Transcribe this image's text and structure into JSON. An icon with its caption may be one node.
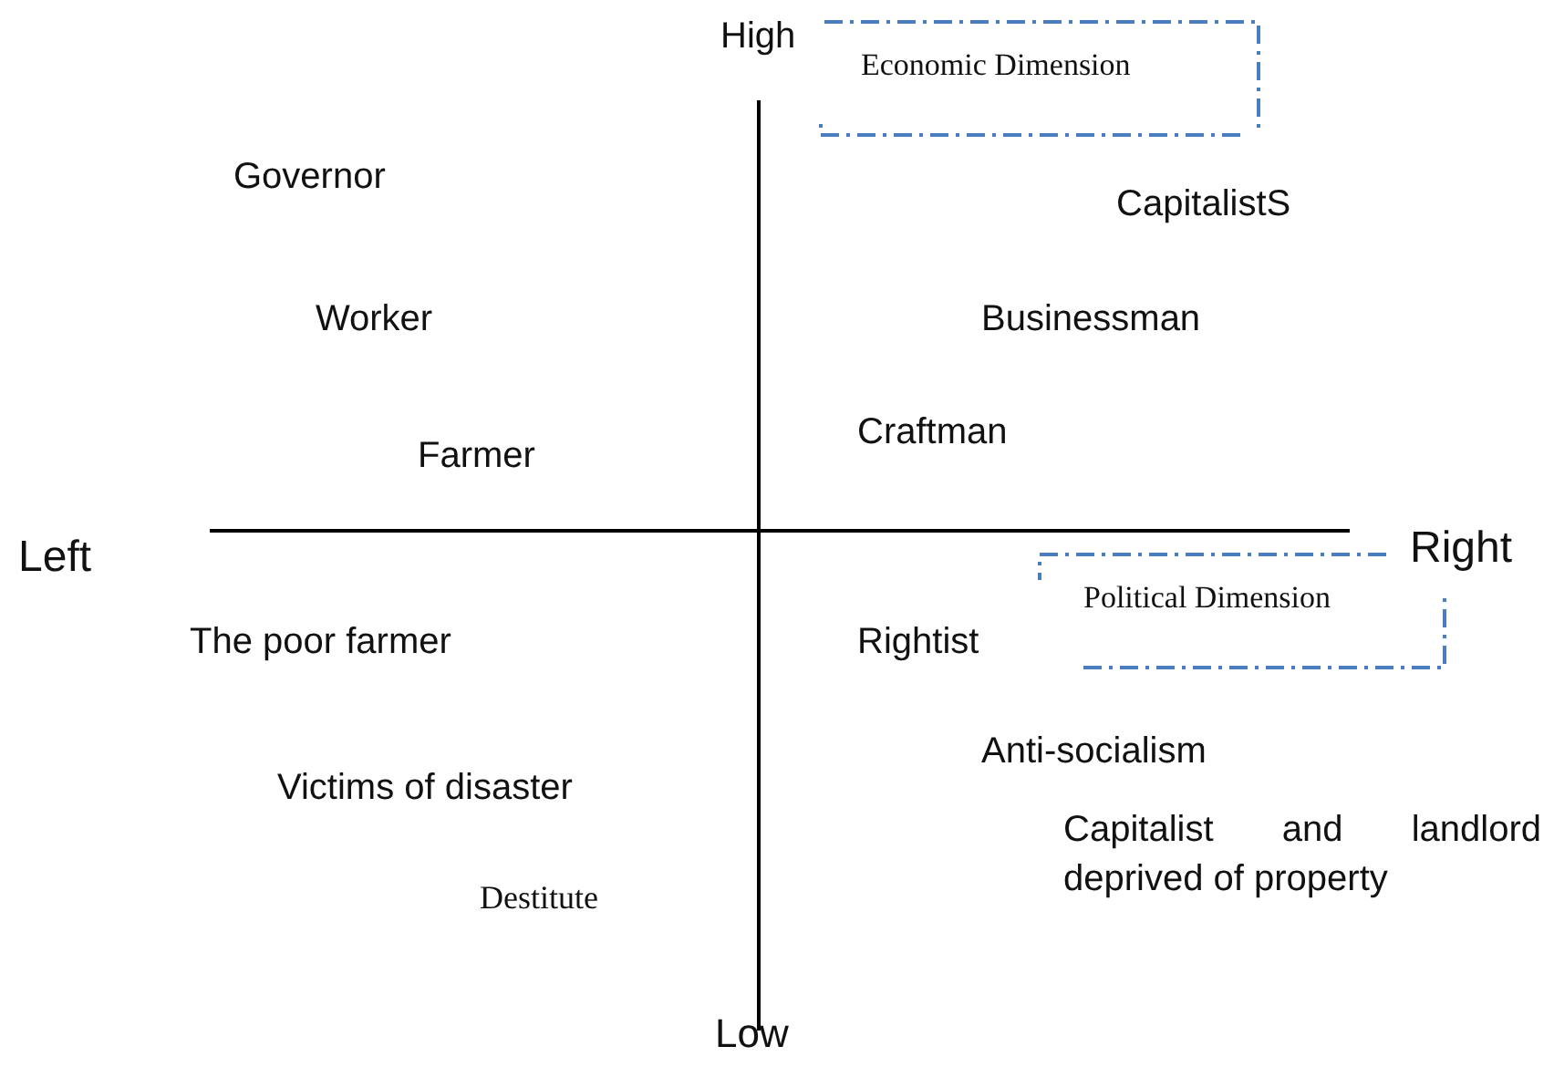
{
  "diagram": {
    "nodes": [
      {
        "text": [
          "Economic Dimension"
        ]
      },
      {
        "text": [
          "Political Dimension"
        ]
      }
    ],
    "labels": [
      "High",
      "Governor",
      "CapitalistS",
      "Worker",
      "Businessman",
      "Craftman",
      "Farmer",
      "Left",
      "Right",
      "The poor farmer",
      "Rightist",
      "Anti-socialism",
      "Victims of disaster",
      "Capitalist and landlord deprived of property",
      "Destitute",
      "Low"
    ]
  }
}
